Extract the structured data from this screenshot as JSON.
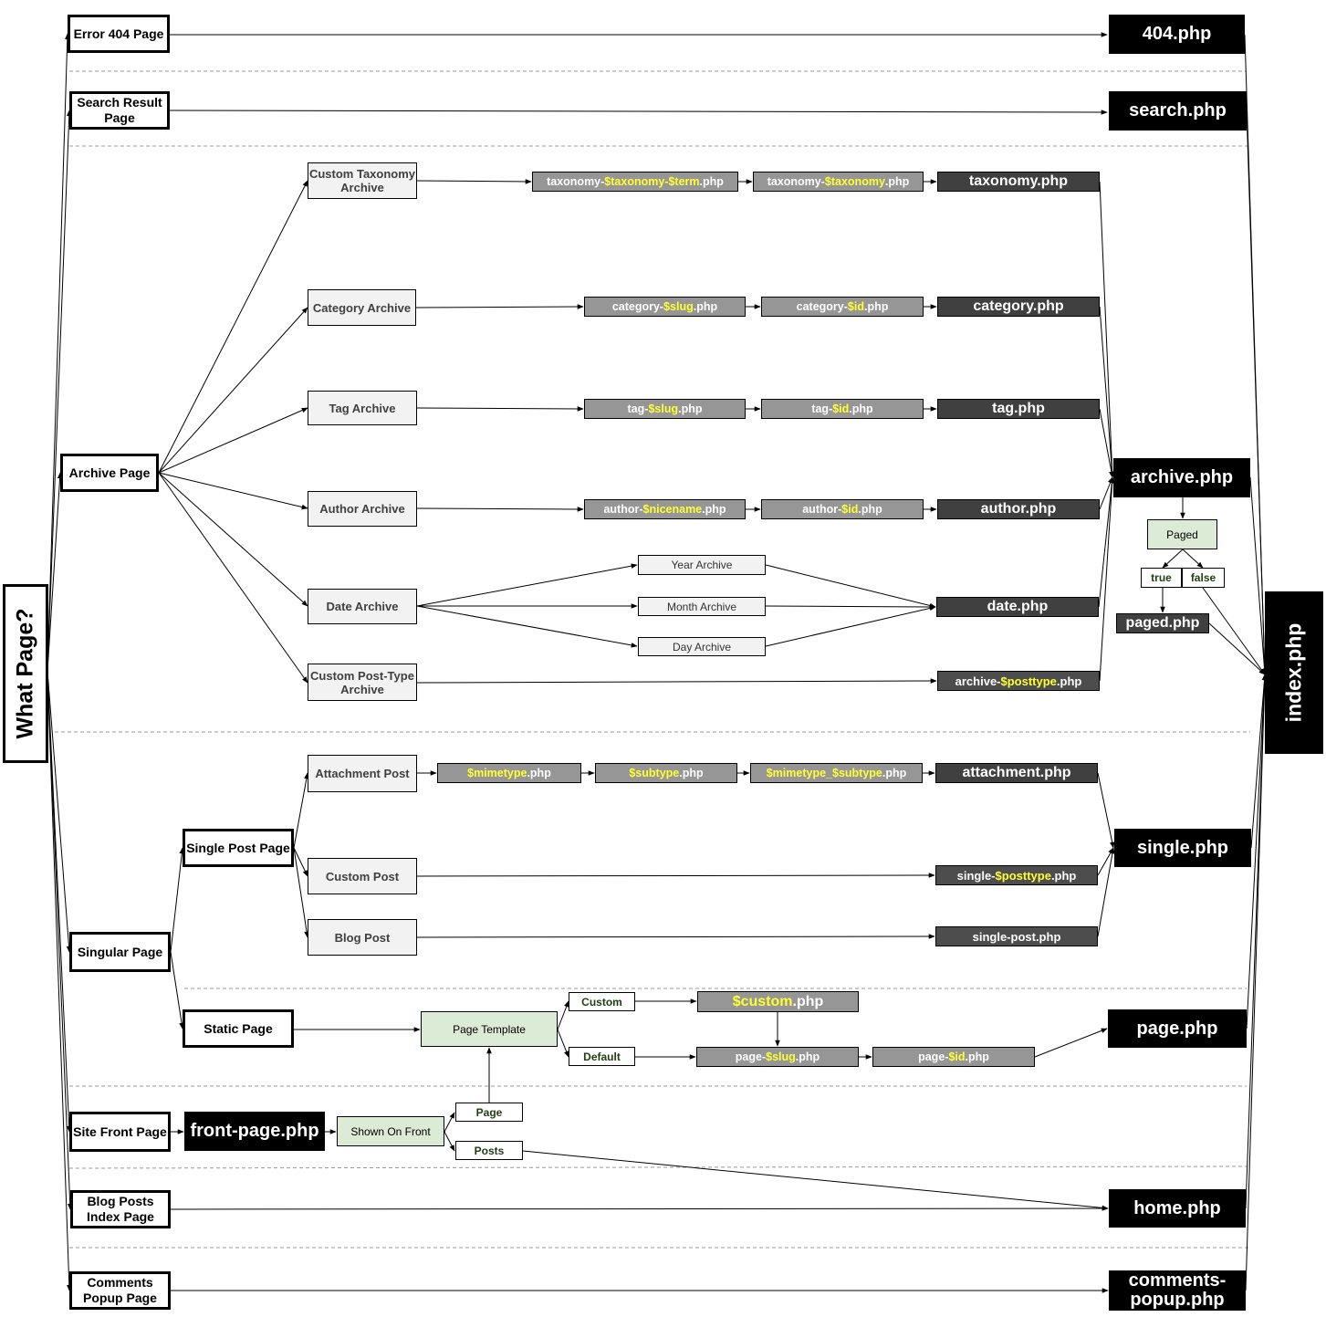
{
  "root": "What Page?",
  "final_index": "index.php",
  "page_types": {
    "error404": "Error 404 Page",
    "search": "Search Result Page",
    "archive": "Archive Page",
    "singular": "Singular Page",
    "single_post": "Single Post Page",
    "static_page": "Static Page",
    "site_front": "Site Front Page",
    "blog_posts": "Blog Posts Index Page",
    "comments_popup": "Comments Popup Page"
  },
  "archive_types": {
    "custom_taxonomy": "Custom Taxonomy Archive",
    "category": "Category Archive",
    "tag": "Tag Archive",
    "author": "Author Archive",
    "date": "Date Archive",
    "custom_post_type": "Custom Post-Type Archive"
  },
  "date_types": {
    "year": "Year Archive",
    "month": "Month Archive",
    "day": "Day Archive"
  },
  "single_types": {
    "attachment": "Attachment Post",
    "custom": "Custom Post",
    "blog": "Blog Post"
  },
  "templates": {
    "taxonomy_term": [
      "taxonomy-",
      "$taxonomy",
      "-",
      "$term",
      ".php"
    ],
    "taxonomy_tax": [
      "taxonomy-",
      "$taxonomy",
      ".php"
    ],
    "category_slug": [
      "category-",
      "$slug",
      ".php"
    ],
    "category_id": [
      "category-",
      "$id",
      ".php"
    ],
    "tag_slug": [
      "tag-",
      "$slug",
      ".php"
    ],
    "tag_id": [
      "tag-",
      "$id",
      ".php"
    ],
    "author_nicename": [
      "author-",
      "$nicename",
      ".php"
    ],
    "author_id": [
      "author-",
      "$id",
      ".php"
    ],
    "archive_posttype": [
      "archive-",
      "$posttype",
      ".php"
    ],
    "mimetype": [
      "",
      "$mimetype",
      ".php"
    ],
    "subtype": [
      "",
      "$subtype",
      ".php"
    ],
    "mimetype_subtype": [
      "",
      "$mimetype_$subtype",
      ".php"
    ],
    "single_posttype": [
      "single-",
      "$posttype",
      ".php"
    ],
    "custom": [
      "",
      "$custom",
      ".php"
    ],
    "page_slug": [
      "page-",
      "$slug",
      ".php"
    ],
    "page_id": [
      "page-",
      "$id",
      ".php"
    ]
  },
  "files": {
    "taxonomy": "taxonomy.php",
    "category": "category.php",
    "tag": "tag.php",
    "author": "author.php",
    "date": "date.php",
    "attachment": "attachment.php",
    "single_post": "single-post.php",
    "paged": "paged.php",
    "p404": "404.php",
    "search": "search.php",
    "archive": "archive.php",
    "single": "single.php",
    "page": "page.php",
    "front_page": "front-page.php",
    "home": "home.php",
    "comments_popup": "comments-popup.php"
  },
  "decisions": {
    "paged": "Paged",
    "paged_true": "true",
    "paged_false": "false",
    "page_template": "Page Template",
    "template_custom": "Custom",
    "template_default": "Default",
    "shown_on_front": "Shown On Front",
    "front_page": "Page",
    "front_posts": "Posts"
  },
  "colors": {
    "page_type_border": "#000000",
    "sub_fill": "#f2f2f2",
    "template_fill": "#969696",
    "template_dark_fill": "#404040",
    "final_fill": "#000000",
    "decision_fill": "#dcebd6",
    "variable_text": "#ffff33"
  }
}
